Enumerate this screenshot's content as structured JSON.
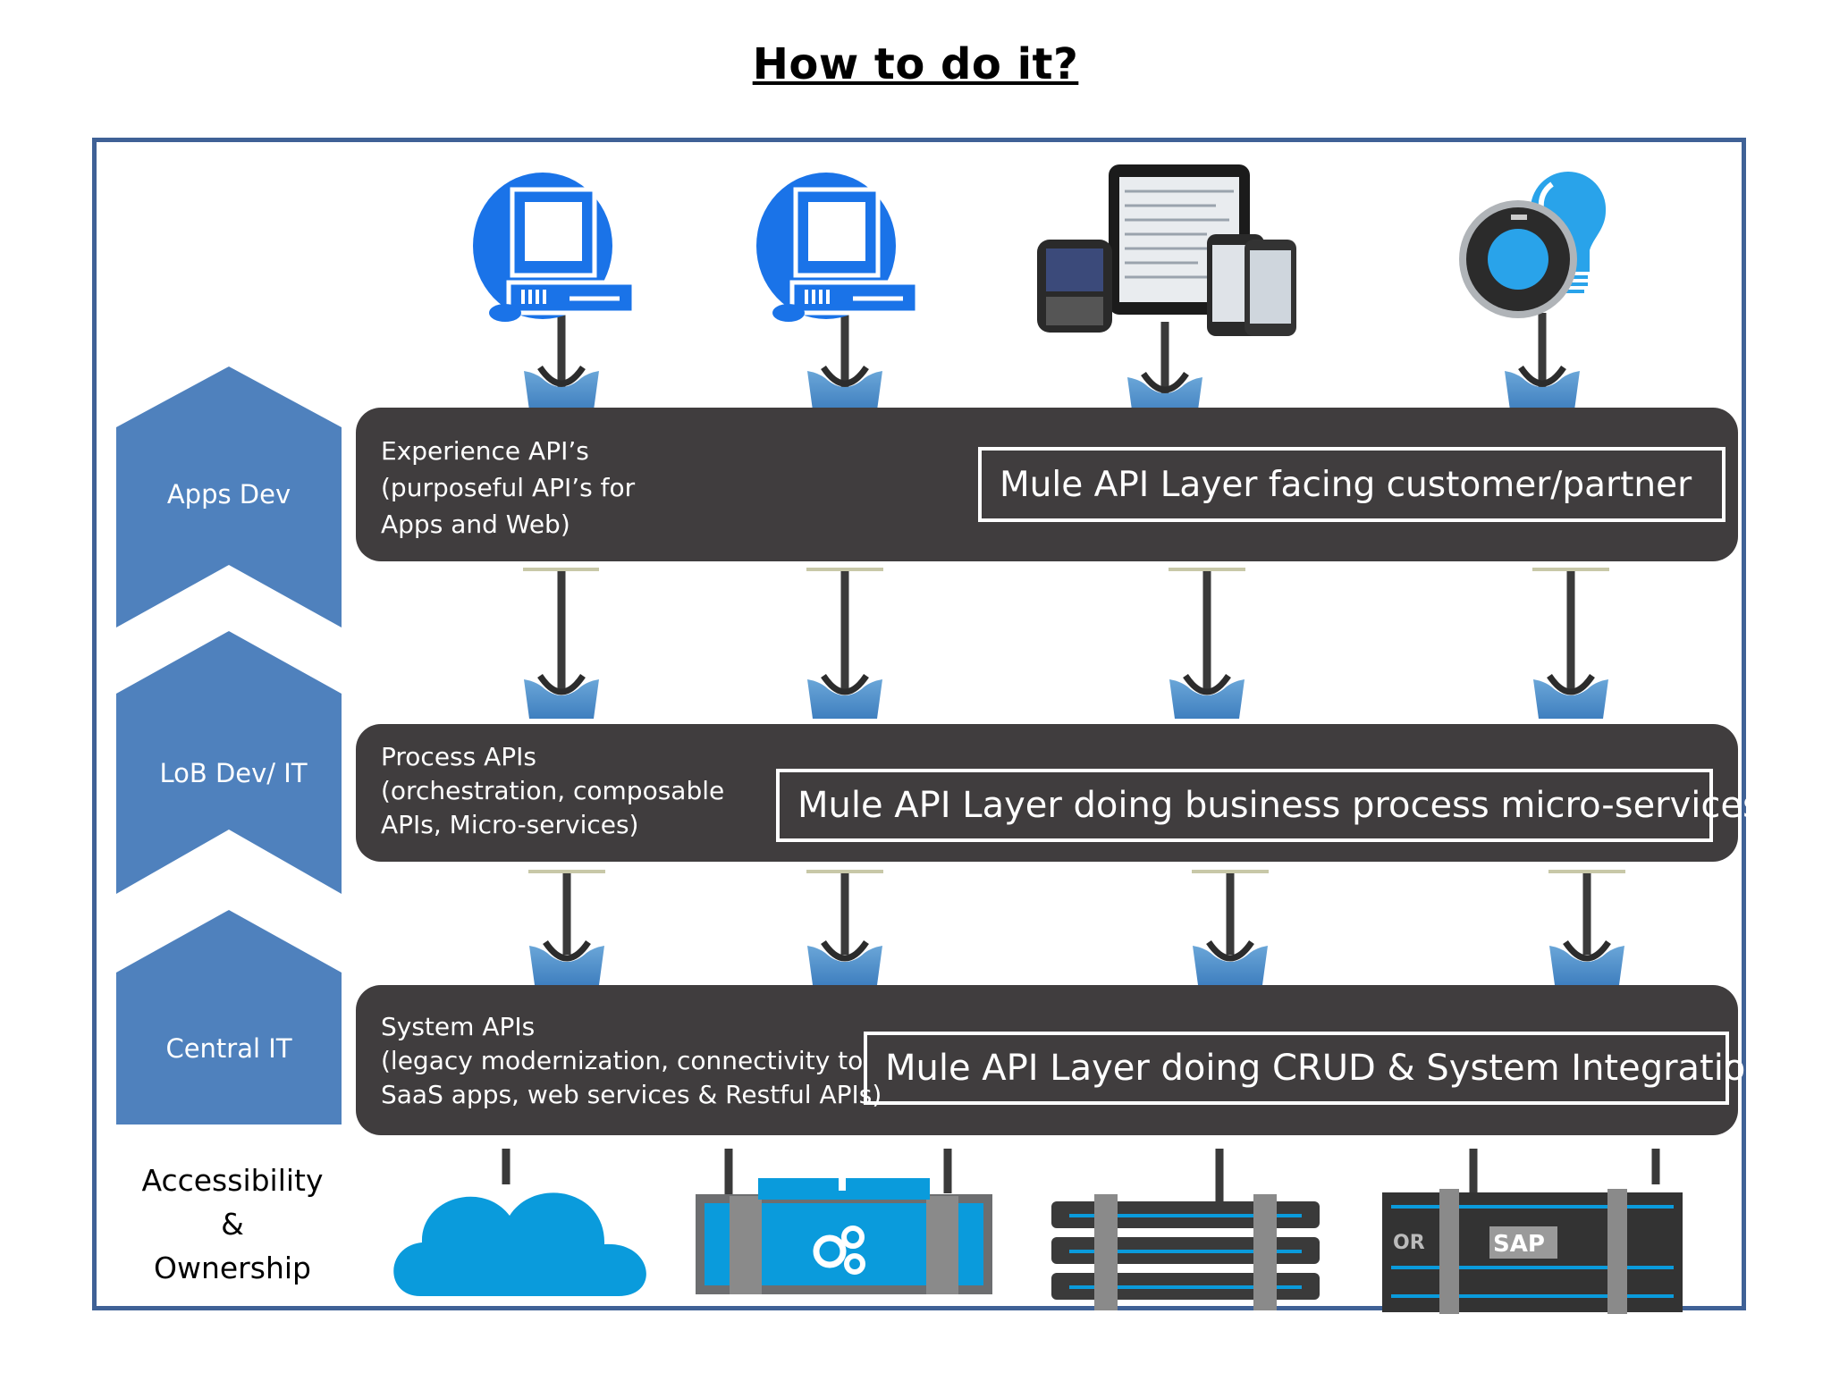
{
  "title": "How to do it?",
  "tiers": [
    {
      "chevron_label": "Apps Dev",
      "description": "Experience API’s\n(purposeful API’s for\nApps and Web)",
      "layer_label": "Mule API Layer facing customer/partner"
    },
    {
      "chevron_label": "LoB Dev/ IT",
      "description": "Process APIs\n (orchestration, composable\nAPIs, Micro-services)",
      "layer_label": "Mule API Layer doing business process micro-services"
    },
    {
      "chevron_label": "Central IT",
      "description": "System APIs\n(legacy modernization, connectivity to\nSaaS apps, web services & Restful APIs)",
      "layer_label": "Mule API Layer doing CRUD & System Integration"
    }
  ],
  "ownership_label": "Accessibility\n&\nOwnership",
  "consumers": [
    {
      "icon": "desktop-computer-icon"
    },
    {
      "icon": "desktop-computer-icon"
    },
    {
      "icon": "mobile-devices-icon"
    },
    {
      "icon": "smart-thermostat-bulb-icon"
    }
  ],
  "systems": [
    {
      "icon": "cloud-icon"
    },
    {
      "icon": "gear-server-icon"
    },
    {
      "icon": "database-server-icon"
    },
    {
      "icon": "erp-server-icon",
      "labels": [
        "OR",
        "SAP"
      ]
    }
  ],
  "colors": {
    "frame": "#3f6196",
    "chevron": "#4f81bd",
    "band": "#403d3e",
    "connector": "#4f8fc7",
    "device_blue": "#1a73e8"
  }
}
